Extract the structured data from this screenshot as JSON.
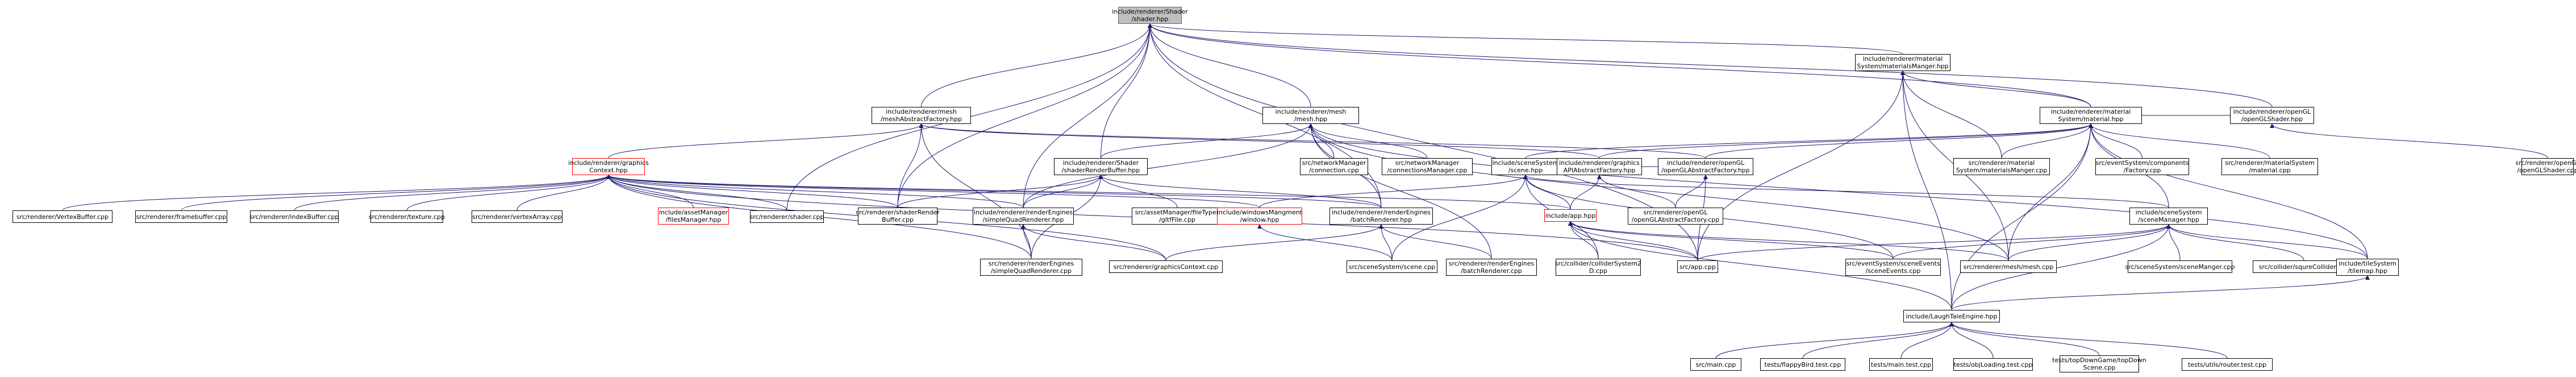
{
  "graph": {
    "root": "include/renderer/Shader\n/shader.hpp",
    "nodes": [
      {
        "id": "n0",
        "label": "include/renderer/Shader\n/shader.hpp",
        "kind": "root"
      },
      {
        "id": "n1",
        "label": "include/renderer/material\nSystem/materialsManger.hpp",
        "kind": "normal"
      },
      {
        "id": "n2",
        "label": "include/renderer/mesh\n/meshAbstractFactory.hpp",
        "kind": "normal"
      },
      {
        "id": "n3",
        "label": "include/renderer/mesh\n/mesh.hpp",
        "kind": "normal"
      },
      {
        "id": "n4",
        "label": "include/renderer/material\nSystem/material.hpp",
        "kind": "normal"
      },
      {
        "id": "n5",
        "label": "include/renderer/openGL\n/openGLShader.hpp",
        "kind": "normal"
      },
      {
        "id": "n6",
        "label": "include/renderer/graphics\nContext.hpp",
        "kind": "truncated"
      },
      {
        "id": "n7",
        "label": "include/renderer/Shader\n/shaderRenderBuffer.hpp",
        "kind": "normal"
      },
      {
        "id": "n8",
        "label": "src/networkManager\n/connection.cpp",
        "kind": "normal"
      },
      {
        "id": "n9",
        "label": "src/networkManager\n/connectionsManager.cpp",
        "kind": "normal"
      },
      {
        "id": "n10",
        "label": "include/sceneSystem\n/scene.hpp",
        "kind": "normal"
      },
      {
        "id": "n11",
        "label": "include/renderer/graphics\nAPIAbstractFactory.hpp",
        "kind": "normal"
      },
      {
        "id": "n12",
        "label": "include/renderer/openGL\n/openGLAbstractFactory.hpp",
        "kind": "normal"
      },
      {
        "id": "n13",
        "label": "src/renderer/material\nSystem/materialsManger.cpp",
        "kind": "normal"
      },
      {
        "id": "n14",
        "label": "src/eventSystem/components\n/Factory.cpp",
        "kind": "normal"
      },
      {
        "id": "n15",
        "label": "src/renderer/materialSystem\n/material.cpp",
        "kind": "normal"
      },
      {
        "id": "n16",
        "label": "src/renderer/openGL\n/openGLShader.cpp",
        "kind": "normal"
      },
      {
        "id": "n17",
        "label": "src/renderer/VertexBuffer.cpp",
        "kind": "normal"
      },
      {
        "id": "n18",
        "label": "src/renderer/framebuffer.cpp",
        "kind": "normal"
      },
      {
        "id": "n19",
        "label": "src/renderer/indexBuffer.cpp",
        "kind": "normal"
      },
      {
        "id": "n20",
        "label": "src/renderer/texture.cpp",
        "kind": "normal"
      },
      {
        "id": "n21",
        "label": "src/renderer/vertexArray.cpp",
        "kind": "normal"
      },
      {
        "id": "n22",
        "label": "include/assetManager\n/filesManager.hpp",
        "kind": "truncated"
      },
      {
        "id": "n23",
        "label": "src/renderer/shader.cpp",
        "kind": "normal"
      },
      {
        "id": "n24",
        "label": "src/renderer/shaderRender\nBuffer.cpp",
        "kind": "normal"
      },
      {
        "id": "n25",
        "label": "include/renderer/renderEngines\n/simpleQuadRenderer.hpp",
        "kind": "normal"
      },
      {
        "id": "n26",
        "label": "src/assetManager/fileTypes\n/gltfFile.cpp",
        "kind": "normal"
      },
      {
        "id": "n27",
        "label": "include/windowsMangment\n/window.hpp",
        "kind": "truncated"
      },
      {
        "id": "n28",
        "label": "include/renderer/renderEngines\n/batchRenderer.hpp",
        "kind": "normal"
      },
      {
        "id": "n29",
        "label": "include/app.hpp",
        "kind": "truncated"
      },
      {
        "id": "n30",
        "label": "src/renderer/openGL\n/openGLAbstractFactory.cpp",
        "kind": "normal"
      },
      {
        "id": "n31",
        "label": "include/sceneSystem\n/sceneManager.hpp",
        "kind": "normal"
      },
      {
        "id": "n32",
        "label": "src/renderer/renderEngines\n/simpleQuadRenderer.cpp",
        "kind": "normal"
      },
      {
        "id": "n33",
        "label": "src/renderer/graphicsContext.cpp",
        "kind": "normal"
      },
      {
        "id": "n34",
        "label": "src/sceneSystem/scene.cpp",
        "kind": "normal"
      },
      {
        "id": "n35",
        "label": "src/renderer/renderEngines\n/batchRenderer.cpp",
        "kind": "normal"
      },
      {
        "id": "n36",
        "label": "src/collider/colliderSystem2\nD.cpp",
        "kind": "normal"
      },
      {
        "id": "n37",
        "label": "src/app.cpp",
        "kind": "normal"
      },
      {
        "id": "n38",
        "label": "src/eventSystem/sceneEvents\n/sceneEvents.cpp",
        "kind": "normal"
      },
      {
        "id": "n39",
        "label": "src/renderer/mesh/mesh.cpp",
        "kind": "normal"
      },
      {
        "id": "n40",
        "label": "src/sceneSystem/sceneManger.cpp",
        "kind": "normal"
      },
      {
        "id": "n41",
        "label": "src/collider/squreCollider.cpp",
        "kind": "normal"
      },
      {
        "id": "n42",
        "label": "include/tileSystem\n/tilemap.hpp",
        "kind": "normal"
      },
      {
        "id": "n43",
        "label": "include/LaughTaleEngine.hpp",
        "kind": "normal"
      },
      {
        "id": "n44",
        "label": "src/main.cpp",
        "kind": "normal"
      },
      {
        "id": "n45",
        "label": "tests/flappyBird.test.cpp",
        "kind": "normal"
      },
      {
        "id": "n46",
        "label": "tests/main.test.cpp",
        "kind": "normal"
      },
      {
        "id": "n47",
        "label": "tests/objLoading.test.cpp",
        "kind": "normal"
      },
      {
        "id": "n48",
        "label": "tests/topDownGame/topDown\nScene.cpp",
        "kind": "normal"
      },
      {
        "id": "n49",
        "label": "tests/utils/router.test.cpp",
        "kind": "normal"
      }
    ],
    "edges": [
      [
        "n1",
        "n0"
      ],
      [
        "n2",
        "n0"
      ],
      [
        "n3",
        "n0"
      ],
      [
        "n4",
        "n0"
      ],
      [
        "n5",
        "n0"
      ],
      [
        "n7",
        "n0"
      ],
      [
        "n23",
        "n0"
      ],
      [
        "n25",
        "n0"
      ],
      [
        "n28",
        "n0"
      ],
      [
        "n37",
        "n0"
      ],
      [
        "n24",
        "n0"
      ],
      [
        "n4",
        "n1"
      ],
      [
        "n13",
        "n1"
      ],
      [
        "n39",
        "n1"
      ],
      [
        "n37",
        "n1"
      ],
      [
        "n43",
        "n1"
      ],
      [
        "n6",
        "n2"
      ],
      [
        "n24",
        "n2"
      ],
      [
        "n11",
        "n2"
      ],
      [
        "n12",
        "n2"
      ],
      [
        "n32",
        "n2"
      ],
      [
        "n7",
        "n3"
      ],
      [
        "n8",
        "n3"
      ],
      [
        "n9",
        "n3"
      ],
      [
        "n25",
        "n3"
      ],
      [
        "n28",
        "n3"
      ],
      [
        "n39",
        "n3"
      ],
      [
        "n42",
        "n3"
      ],
      [
        "n35",
        "n3"
      ],
      [
        "n10",
        "n4"
      ],
      [
        "n13",
        "n4"
      ],
      [
        "n14",
        "n4"
      ],
      [
        "n15",
        "n4"
      ],
      [
        "n39",
        "n4"
      ],
      [
        "n42",
        "n4"
      ],
      [
        "n43",
        "n4"
      ],
      [
        "n31",
        "n4"
      ],
      [
        "n11",
        "n4"
      ],
      [
        "n12",
        "n4"
      ],
      [
        "n4",
        "n5"
      ],
      [
        "n16",
        "n5"
      ],
      [
        "n17",
        "n6"
      ],
      [
        "n18",
        "n6"
      ],
      [
        "n19",
        "n6"
      ],
      [
        "n20",
        "n6"
      ],
      [
        "n21",
        "n6"
      ],
      [
        "n22",
        "n6"
      ],
      [
        "n23",
        "n6"
      ],
      [
        "n24",
        "n6"
      ],
      [
        "n25",
        "n6"
      ],
      [
        "n27",
        "n6"
      ],
      [
        "n28",
        "n6"
      ],
      [
        "n29",
        "n6"
      ],
      [
        "n33",
        "n6"
      ],
      [
        "n32",
        "n6"
      ],
      [
        "n37",
        "n6"
      ],
      [
        "n24",
        "n7"
      ],
      [
        "n25",
        "n7"
      ],
      [
        "n26",
        "n7"
      ],
      [
        "n28",
        "n7"
      ],
      [
        "n32",
        "n7"
      ],
      [
        "n27",
        "n10"
      ],
      [
        "n29",
        "n10"
      ],
      [
        "n31",
        "n10"
      ],
      [
        "n34",
        "n10"
      ],
      [
        "n36",
        "n10"
      ],
      [
        "n38",
        "n10"
      ],
      [
        "n29",
        "n11"
      ],
      [
        "n30",
        "n11"
      ],
      [
        "n12",
        "n11"
      ],
      [
        "n30",
        "n12"
      ],
      [
        "n37",
        "n12"
      ],
      [
        "n32",
        "n25"
      ],
      [
        "n33",
        "n25"
      ],
      [
        "n34",
        "n27"
      ],
      [
        "n35",
        "n28"
      ],
      [
        "n34",
        "n28"
      ],
      [
        "n33",
        "n28"
      ],
      [
        "n36",
        "n29"
      ],
      [
        "n37",
        "n29"
      ],
      [
        "n38",
        "n29"
      ],
      [
        "n39",
        "n29"
      ],
      [
        "n43",
        "n29"
      ],
      [
        "n37",
        "n31"
      ],
      [
        "n38",
        "n31"
      ],
      [
        "n39",
        "n31"
      ],
      [
        "n40",
        "n31"
      ],
      [
        "n41",
        "n31"
      ],
      [
        "n42",
        "n31"
      ],
      [
        "n43",
        "n31"
      ],
      [
        "n43",
        "n42"
      ],
      [
        "n44",
        "n43"
      ],
      [
        "n45",
        "n43"
      ],
      [
        "n46",
        "n43"
      ],
      [
        "n47",
        "n43"
      ],
      [
        "n48",
        "n43"
      ],
      [
        "n49",
        "n43"
      ]
    ]
  },
  "colors": {
    "edge": "#191970",
    "root_fill": "#bfbfbf",
    "truncated_border": "#ff0000",
    "node_border": "#000000"
  }
}
